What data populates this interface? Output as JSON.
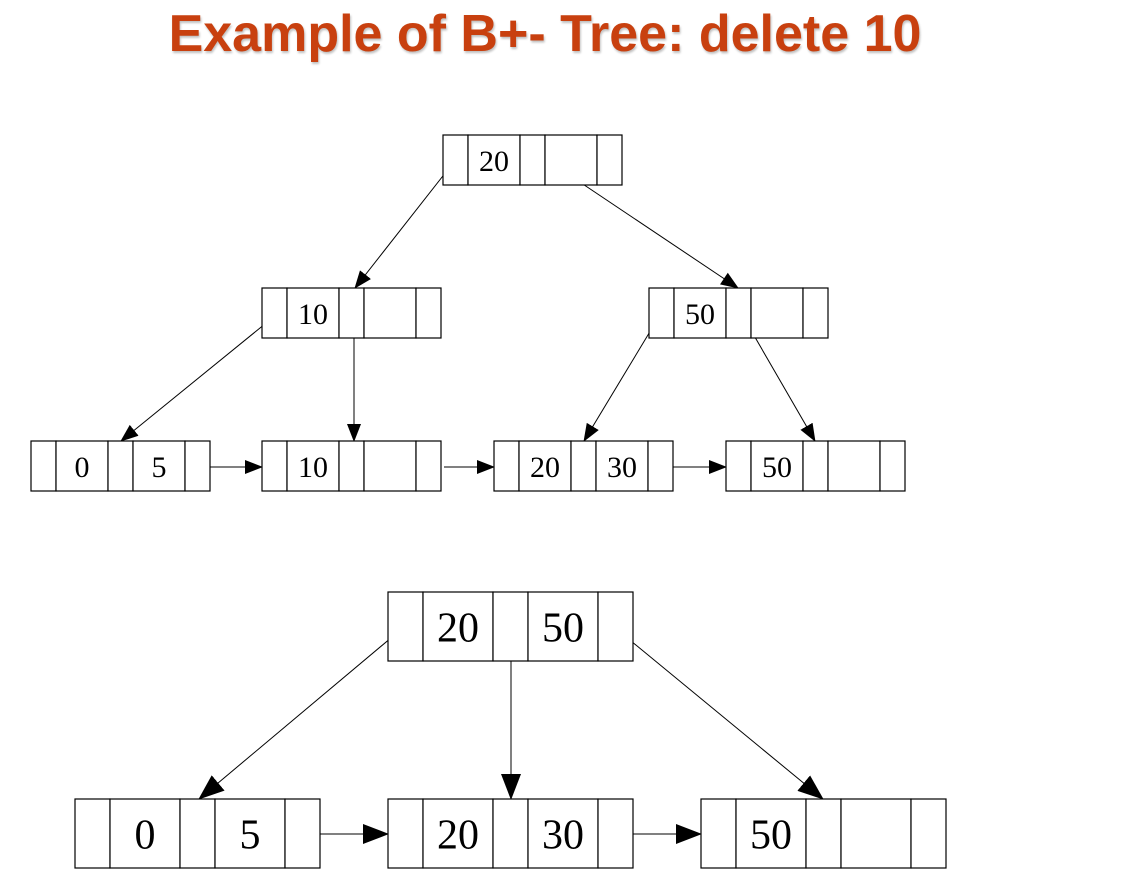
{
  "title": "Example of B+- Tree: delete 10",
  "colors": {
    "title": "#c8400f",
    "lines": "#000000",
    "cell_fill": "#ffffff"
  },
  "before": {
    "root": {
      "keys": [
        "20",
        ""
      ]
    },
    "internal": [
      {
        "keys": [
          "10",
          ""
        ]
      },
      {
        "keys": [
          "50",
          ""
        ]
      }
    ],
    "leaves": [
      {
        "keys": [
          "0",
          "5"
        ]
      },
      {
        "keys": [
          "10",
          ""
        ]
      },
      {
        "keys": [
          "20",
          "30"
        ]
      },
      {
        "keys": [
          "50",
          ""
        ]
      }
    ]
  },
  "after": {
    "root": {
      "keys": [
        "20",
        "50"
      ]
    },
    "leaves": [
      {
        "keys": [
          "0",
          "5"
        ]
      },
      {
        "keys": [
          "20",
          "30"
        ]
      },
      {
        "keys": [
          "50",
          ""
        ]
      }
    ]
  }
}
